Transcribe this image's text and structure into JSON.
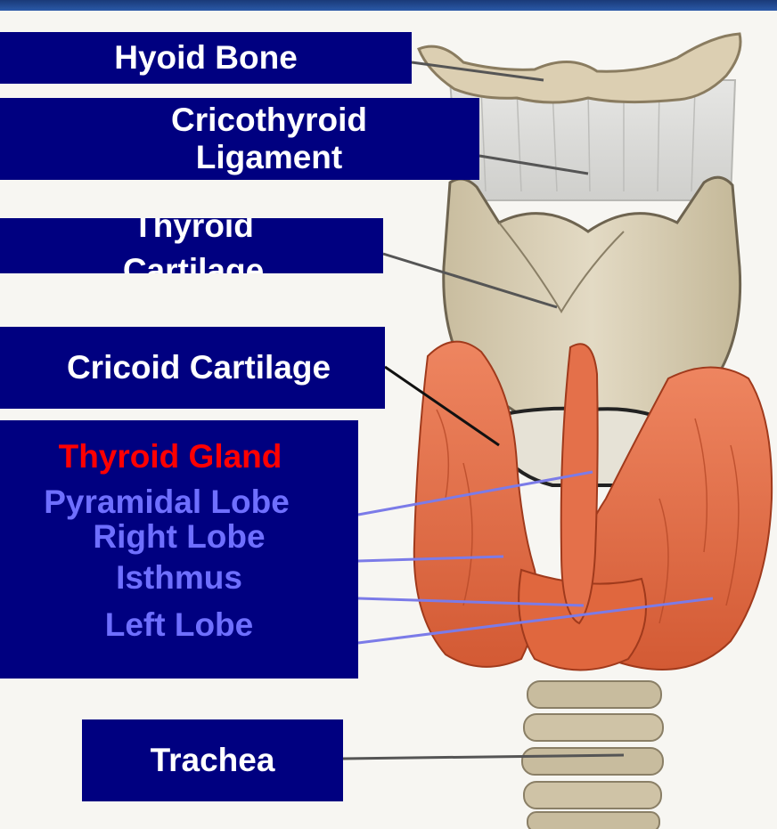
{
  "labels": {
    "hyoid_bone": "Hyoid Bone",
    "cricothyroid_ligament": [
      "Cricothyroid",
      "Ligament"
    ],
    "thyroid_cartilage": [
      "Thyroid",
      "Cartilage"
    ],
    "cricoid_cartilage": "Cricoid Cartilage",
    "thyroid_gland": "Thyroid Gland",
    "pyramidal_lobe": "Pyramidal Lobe",
    "right_lobe": "Right Lobe",
    "isthmus": "Isthmus",
    "left_lobe": "Left Lobe",
    "trachea": "Trachea"
  },
  "colors": {
    "label_bg": "#000080",
    "label_text": "#ffffff",
    "gland_title": "#ff0000",
    "gland_parts": "#6f6fff",
    "gland": "#e8724a",
    "cartilage": "#d8cdb4"
  }
}
